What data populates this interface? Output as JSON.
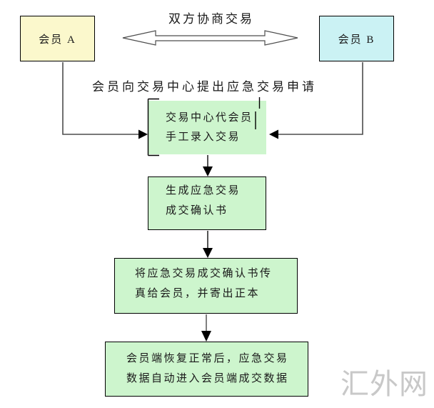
{
  "diagram": {
    "title": "双方协商交易",
    "request_caption": "会员向交易中心提出应急交易申请",
    "watermark": "汇外网",
    "member_a": {
      "label": "会员 A"
    },
    "member_b": {
      "label": "会员 B"
    },
    "steps": [
      {
        "lines": [
          "交易中心代会员",
          "手工录入交易"
        ]
      },
      {
        "lines": [
          "生成应急交易",
          "成交确认书"
        ]
      },
      {
        "lines": [
          "将应急交易成交确认书传",
          "真给会员，并寄出正本"
        ]
      },
      {
        "lines": [
          "会员端恢复正常后，应急交易",
          "数据自动进入会员端成交数据"
        ]
      }
    ],
    "colors": {
      "member_a_fill": "#FBF8CC",
      "member_b_fill": "#CBF2F4",
      "step_fill": "#CDF5CD",
      "border": "#000000",
      "connector": "#4D4D4D",
      "arrowhead": "#000000",
      "watermark": "#C8C8C8"
    }
  }
}
